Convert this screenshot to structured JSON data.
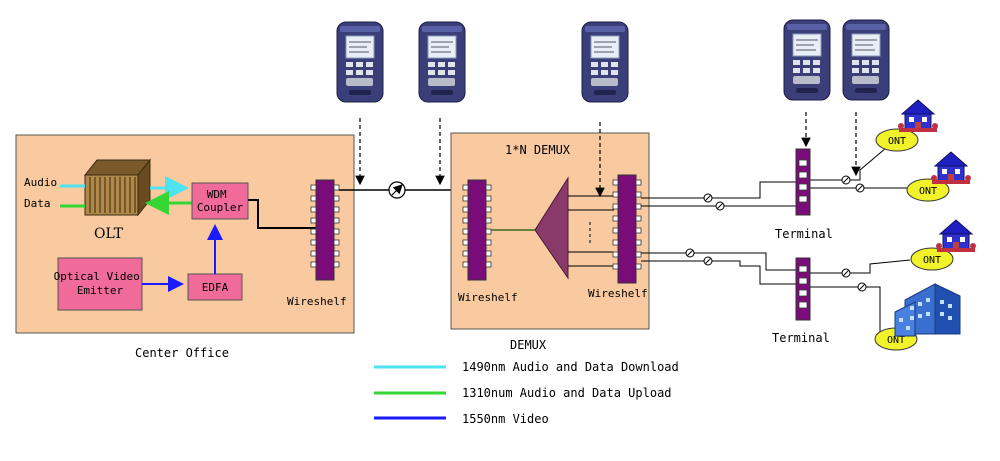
{
  "center_office": {
    "caption": "Center Office",
    "labels": {
      "audio": "Audio",
      "data": "Data",
      "olt": "OLT",
      "wdm_coupler": "WDM\nCoupler",
      "optical_video_emitter": "Optical Video\nEmitter",
      "edfa": "EDFA",
      "wireshelf": "Wireshelf"
    }
  },
  "demux": {
    "caption": "DEMUX",
    "title": "1*N DEMUX",
    "wireshelf_left": "Wireshelf",
    "wireshelf_right": "Wireshelf"
  },
  "terminals": [
    {
      "label": "Terminal"
    },
    {
      "label": "Terminal"
    }
  ],
  "ont_label": "ONT",
  "legend": [
    {
      "label": "1490nm Audio and Data Download",
      "color": "#4fe3f0"
    },
    {
      "label": "1310num Audio and Data Upload",
      "color": "#33d633"
    },
    {
      "label": "1550nm Video",
      "color": "#1a1aff"
    }
  ],
  "colors": {
    "box_fill": "#f9caa0",
    "wireshelf": "#7a0c7a",
    "pink": "#f06a9a",
    "ont_fill": "#f2f22a",
    "meter_body": "#3a3f7a"
  }
}
